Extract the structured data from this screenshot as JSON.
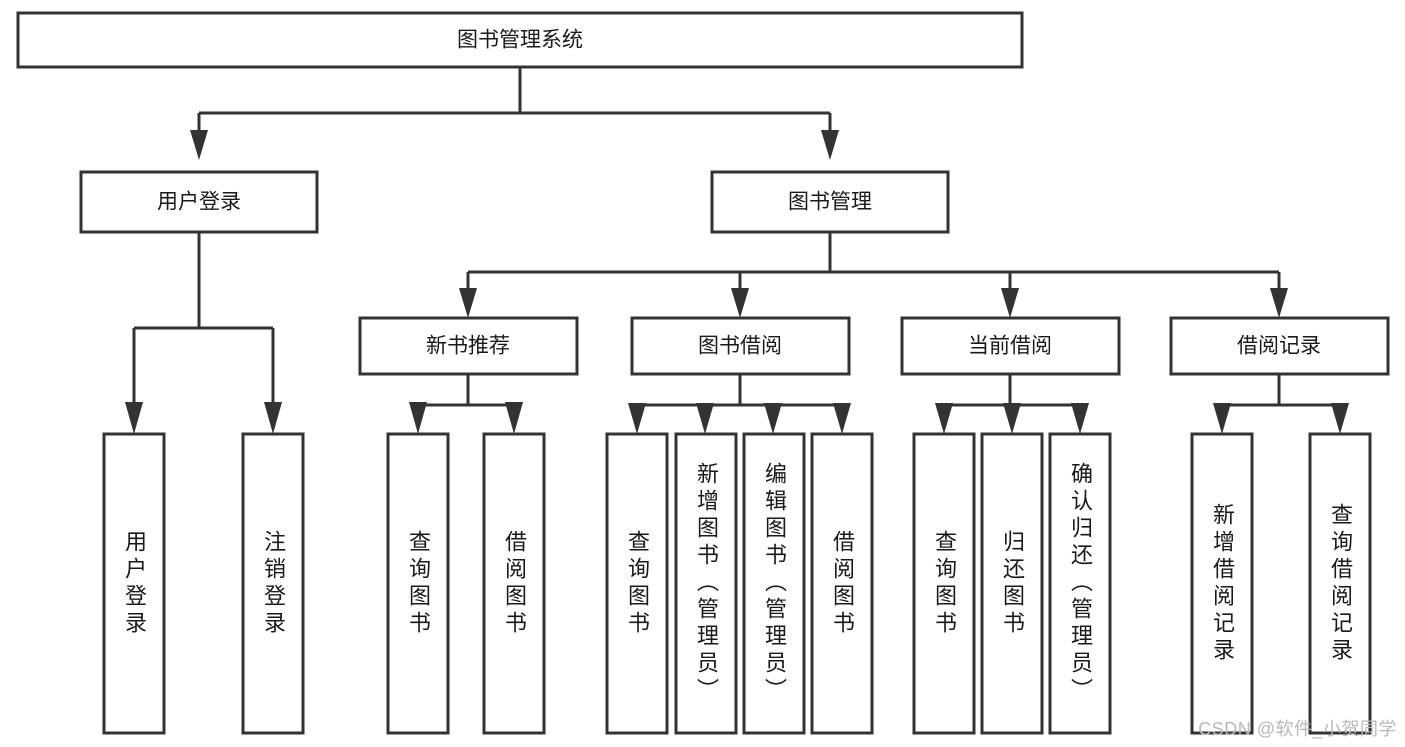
{
  "diagram": {
    "title": "图书管理系统",
    "type": "tree-hierarchy-diagram",
    "colors": {
      "stroke": "#333333",
      "fill": "#ffffff",
      "text": "#1a1a1a",
      "watermark": "#b9b9b9",
      "background": "#ffffff"
    },
    "root": {
      "label": "图书管理系统"
    },
    "level2": [
      {
        "label": "用户登录"
      },
      {
        "label": "图书管理"
      }
    ],
    "level3": [
      {
        "label": "新书推荐"
      },
      {
        "label": "图书借阅"
      },
      {
        "label": "当前借阅"
      },
      {
        "label": "借阅记录"
      }
    ],
    "leaves": {
      "user_login": [
        {
          "label": "用户登录"
        },
        {
          "label": "注销登录"
        }
      ],
      "new_book_recommend": [
        {
          "label": "查询图书"
        },
        {
          "label": "借阅图书"
        }
      ],
      "book_borrow": [
        {
          "label": "查询图书"
        },
        {
          "label": "新增图书（管理员）"
        },
        {
          "label": "编辑图书（管理员）"
        },
        {
          "label": "借阅图书"
        }
      ],
      "current_borrow": [
        {
          "label": "查询图书"
        },
        {
          "label": "归还图书"
        },
        {
          "label": "确认归还（管理员）"
        }
      ],
      "borrow_record": [
        {
          "label": "新增借阅记录"
        },
        {
          "label": "查询借阅记录"
        }
      ]
    }
  },
  "watermark": {
    "text": "CSDN @软件_小贺同学"
  }
}
